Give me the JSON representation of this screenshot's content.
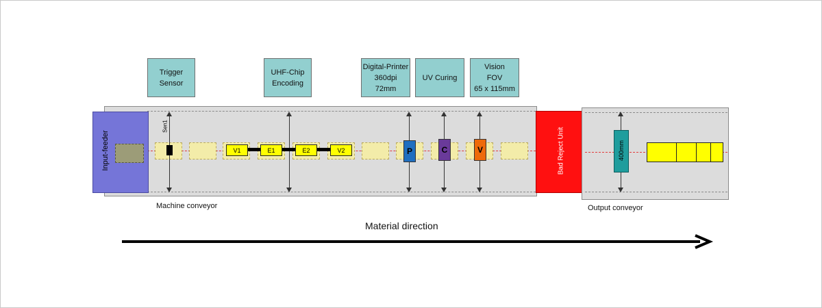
{
  "station_boxes": [
    {
      "lines": [
        "Trigger",
        "Sensor"
      ]
    },
    {
      "lines": [
        "UHF-Chip",
        "Encoding"
      ]
    },
    {
      "lines": [
        "Digital-Printer",
        "360dpi",
        "72mm"
      ]
    },
    {
      "lines": [
        "UV Curing"
      ]
    },
    {
      "lines": [
        "Vision",
        "FOV",
        "65 x 115mm"
      ]
    }
  ],
  "input_feeder": "Input-feeder",
  "sensor_label": "Sen1",
  "chips": [
    "V1",
    "E1",
    "E2",
    "V2"
  ],
  "stations": [
    {
      "label": "P",
      "color": "#1f6fc0"
    },
    {
      "label": "C",
      "color": "#6a3a9a"
    },
    {
      "label": "V",
      "color": "#ee6a0a"
    }
  ],
  "bad_reject_unit": "Bad Reject Unit",
  "width_label": "400mm",
  "machine_conveyor_label": "Machine  conveyor",
  "output_conveyor_label": "Output conveyor",
  "material_direction_label": "Material direction",
  "colors": {
    "station_box": "#92cfcf",
    "input_feeder": "#7575d8",
    "bad_reject": "#ff1010",
    "width_marker": "#1f9d9d",
    "output_stack": "#ffff00"
  }
}
